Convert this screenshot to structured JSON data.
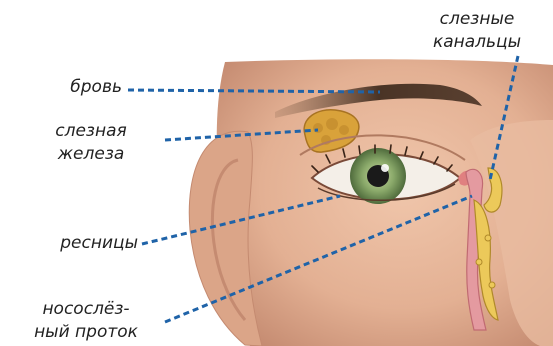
{
  "labels": {
    "brow": "бровь",
    "gland_line1": "слезная",
    "gland_line2": "железа",
    "lashes": "ресницы",
    "duct_line1": "носослёз-",
    "duct_line2": "ный проток",
    "canal_line1": "слезные",
    "canal_line2": "канальцы"
  },
  "colors": {
    "skin": "#e7b79a",
    "skin_shadow": "#c98d73",
    "gland": "#d9a23a",
    "duct": "#e6c75a",
    "leader_line": "#1f63a8",
    "iris": "#8aa96a",
    "brow": "#4a3426"
  }
}
